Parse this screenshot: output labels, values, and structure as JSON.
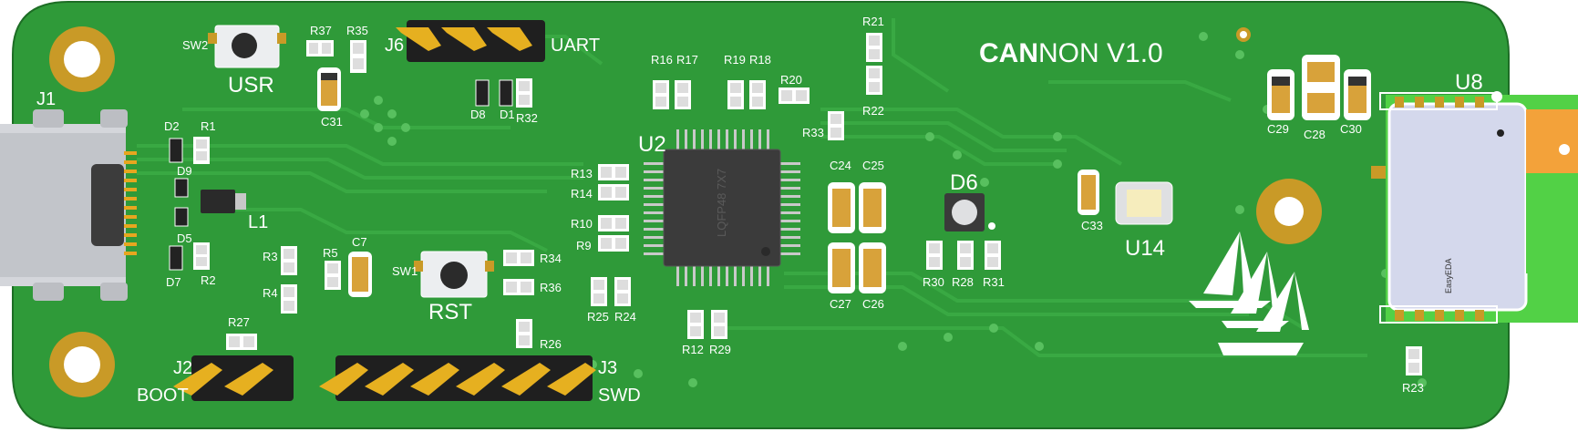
{
  "board": {
    "title_bold": "CAN",
    "title_rest": "NON V1.0",
    "connectors": {
      "usb": "J1",
      "boot_header": "J2",
      "boot_label": "BOOT",
      "swd_header": "J3",
      "swd_label": "SWD",
      "uart_header": "J6",
      "uart_label": "UART"
    },
    "buttons": {
      "user": {
        "ref": "SW2",
        "label": "USR"
      },
      "reset": {
        "ref": "SW1",
        "label": "RST"
      }
    },
    "ics": {
      "mcu": {
        "ref": "U2",
        "package": "LQFP48 7X7"
      },
      "module": {
        "ref": "U8",
        "marking": "EasyEDA"
      },
      "sensor": {
        "ref": "U14"
      },
      "led": {
        "ref": "D6"
      }
    },
    "designators": {
      "r37": "R37",
      "r35": "R35",
      "c31": "C31",
      "d8": "D8",
      "d1": "D1",
      "r32": "R32",
      "d2": "D2",
      "r1": "R1",
      "d9": "D9",
      "l1": "L1",
      "d5": "D5",
      "d7": "D7",
      "r2": "R2",
      "r3": "R3",
      "r4": "R4",
      "r5": "R5",
      "c7": "C7",
      "r27": "R27",
      "r34": "R34",
      "r36": "R36",
      "r26": "R26",
      "r13": "R13",
      "r14": "R14",
      "r10": "R10",
      "r9": "R9",
      "r25": "R25",
      "r24": "R24",
      "r16": "R16",
      "r17": "R17",
      "r19": "R19",
      "r18": "R18",
      "r20": "R20",
      "r21": "R21",
      "r22": "R22",
      "r33": "R33",
      "c24": "C24",
      "c25": "C25",
      "c27": "C27",
      "c26": "C26",
      "r12": "R12",
      "r29": "R29",
      "r30": "R30",
      "r28": "R28",
      "r31": "R31",
      "c33": "C33",
      "c29": "C29",
      "c28": "C28",
      "c30": "C30",
      "r23": "R23"
    }
  }
}
